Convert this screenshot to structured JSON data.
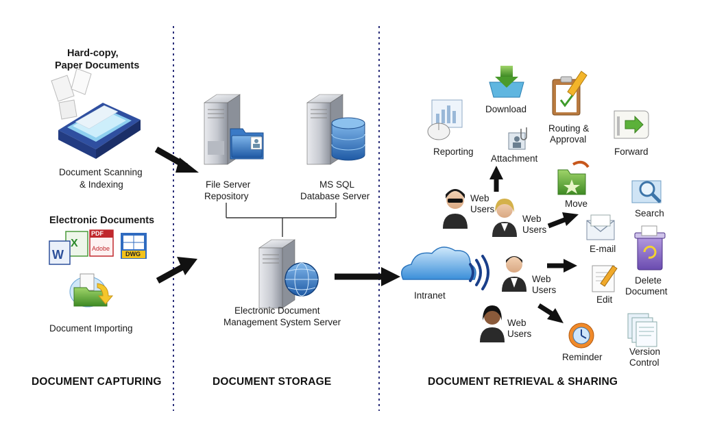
{
  "sections": {
    "capturing": "DOCUMENT CAPTURING",
    "storage": "DOCUMENT STORAGE",
    "retrieval": "DOCUMENT RETRIEVAL & SHARING"
  },
  "capture": {
    "paper_title_1": "Hard-copy,",
    "paper_title_2": "Paper Documents",
    "scanning_1": "Document Scanning",
    "scanning_2": "& Indexing",
    "electronic_title": "Electronic Documents",
    "importing": "Document Importing",
    "file_badges": {
      "pdf": "PDF",
      "adobe": "Adobe",
      "dwg": "DWG"
    }
  },
  "storage": {
    "file_server_1": "File Server",
    "file_server_2": "Repository",
    "sql_1": "MS SQL",
    "sql_2": "Database Server",
    "edms_1": "Electronic Document",
    "edms_2": "Management System Server"
  },
  "retrieval": {
    "intranet": "Intranet",
    "web_users": [
      "Web",
      "Users"
    ],
    "features": {
      "download": "Download",
      "reporting": "Reporting",
      "attachment": "Attachment",
      "routing_1": "Routing &",
      "routing_2": "Approval",
      "forward": "Forward",
      "move": "Move",
      "search": "Search",
      "email": "E-mail",
      "delete_1": "Delete",
      "delete_2": "Document",
      "edit": "Edit",
      "reminder": "Reminder",
      "version_1": "Version",
      "version_2": "Control"
    }
  },
  "colors": {
    "divider": "#2b2f7a",
    "arrow": "#111111",
    "server_body": "#c9ccd2",
    "accent_blue": "#2a6fb8",
    "accent_green": "#5aa63a"
  }
}
